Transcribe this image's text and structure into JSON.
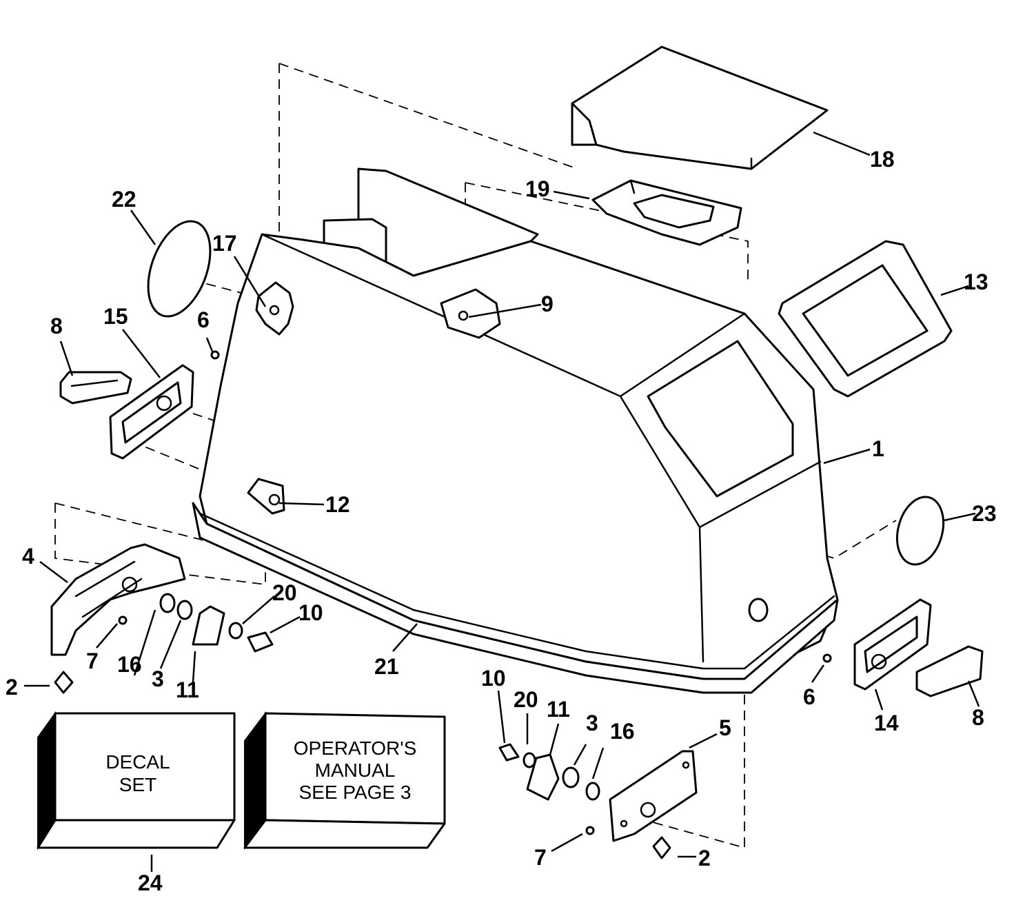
{
  "callouts": [
    "1",
    "2",
    "2",
    "3",
    "3",
    "4",
    "5",
    "6",
    "6",
    "7",
    "7",
    "8",
    "8",
    "9",
    "10",
    "10",
    "11",
    "11",
    "12",
    "13",
    "14",
    "15",
    "16",
    "16",
    "17",
    "18",
    "19",
    "20",
    "20",
    "21",
    "22",
    "23",
    "24"
  ],
  "boxes": {
    "decal_set": [
      "DECAL",
      "SET"
    ],
    "operators_manual": [
      "OPERATOR'S",
      "MANUAL",
      "SEE PAGE 3"
    ]
  }
}
